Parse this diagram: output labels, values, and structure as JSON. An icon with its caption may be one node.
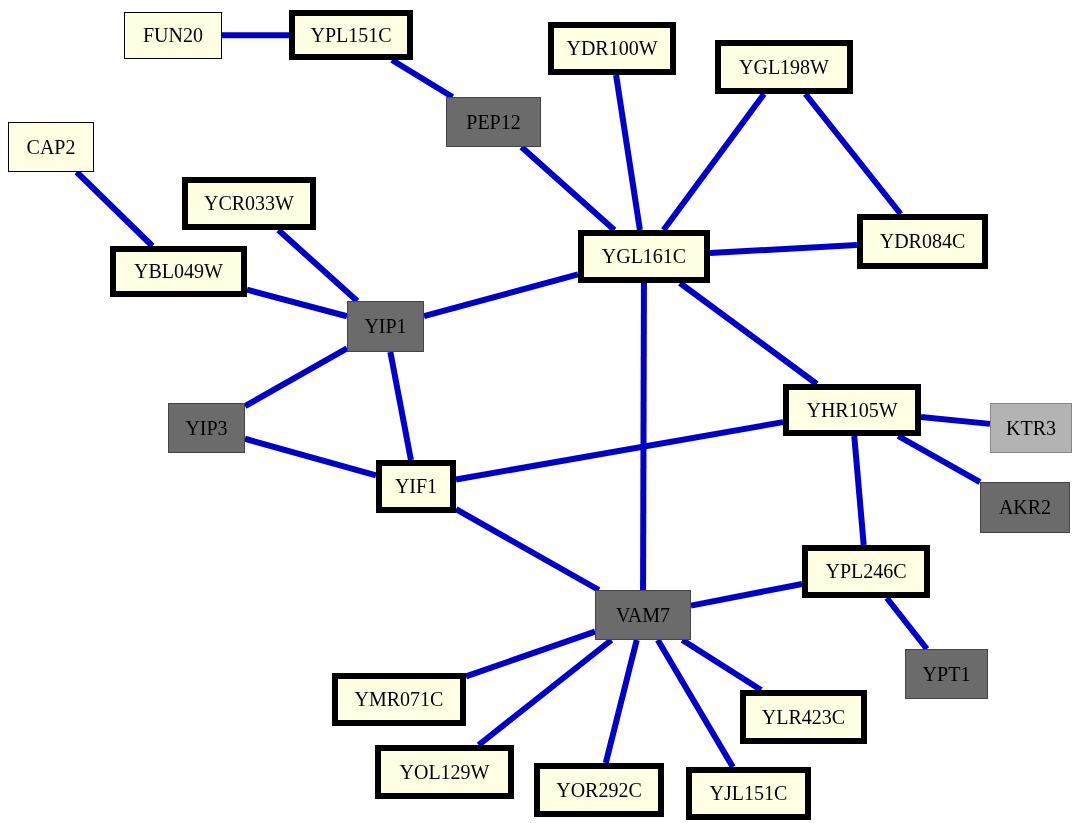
{
  "diagram": {
    "nodes": [
      {
        "text": [
          "FUN20"
        ]
      },
      {
        "text": [
          "YPL151C"
        ]
      },
      {
        "text": [
          "CAP2"
        ]
      },
      {
        "text": [
          "PEP12"
        ]
      },
      {
        "text": [
          "YDR100W"
        ]
      },
      {
        "text": [
          "YGL198W"
        ]
      },
      {
        "text": [
          "YCR033W"
        ]
      },
      {
        "text": [
          "YBL049W"
        ]
      },
      {
        "text": [
          "YGL161C"
        ]
      },
      {
        "text": [
          "YDR084C"
        ]
      },
      {
        "text": [
          "YIP1"
        ]
      },
      {
        "text": [
          "YIP3"
        ]
      },
      {
        "text": [
          "YHR105W"
        ]
      },
      {
        "text": [
          "KTR3"
        ]
      },
      {
        "text": [
          "YIF1"
        ]
      },
      {
        "text": [
          "AKR2"
        ]
      },
      {
        "text": [
          "YPL246C"
        ]
      },
      {
        "text": [
          "VAM7"
        ]
      },
      {
        "text": [
          "YPT1"
        ]
      },
      {
        "text": [
          "YMR071C"
        ]
      },
      {
        "text": [
          "YLR423C"
        ]
      },
      {
        "text": [
          "YOL129W"
        ]
      },
      {
        "text": [
          "YOR292C"
        ]
      },
      {
        "text": [
          "YJL151C"
        ]
      }
    ],
    "edges": [
      {
        "from": 0,
        "to": 1,
        "arrow": "none"
      },
      {
        "from": 1,
        "to": 3,
        "arrow": "none"
      },
      {
        "from": 3,
        "to": 8,
        "arrow": "none"
      },
      {
        "from": 4,
        "to": 8,
        "arrow": "none"
      },
      {
        "from": 5,
        "to": 8,
        "arrow": "none"
      },
      {
        "from": 5,
        "to": 9,
        "arrow": "none"
      },
      {
        "from": 8,
        "to": 9,
        "arrow": "none"
      },
      {
        "from": 2,
        "to": 7,
        "arrow": "none"
      },
      {
        "from": 6,
        "to": 10,
        "arrow": "none"
      },
      {
        "from": 7,
        "to": 10,
        "arrow": "none"
      },
      {
        "from": 10,
        "to": 8,
        "arrow": "none"
      },
      {
        "from": 10,
        "to": 11,
        "arrow": "none"
      },
      {
        "from": 10,
        "to": 14,
        "arrow": "none"
      },
      {
        "from": 11,
        "to": 14,
        "arrow": "none"
      },
      {
        "from": 14,
        "to": 12,
        "arrow": "none"
      },
      {
        "from": 14,
        "to": 17,
        "arrow": "none"
      },
      {
        "from": 8,
        "to": 17,
        "arrow": "none"
      },
      {
        "from": 8,
        "to": 12,
        "arrow": "none"
      },
      {
        "from": 12,
        "to": 13,
        "arrow": "none"
      },
      {
        "from": 12,
        "to": 15,
        "arrow": "none"
      },
      {
        "from": 12,
        "to": 16,
        "arrow": "none"
      },
      {
        "from": 17,
        "to": 16,
        "arrow": "none"
      },
      {
        "from": 16,
        "to": 18,
        "arrow": "none"
      },
      {
        "from": 17,
        "to": 19,
        "arrow": "none"
      },
      {
        "from": 17,
        "to": 21,
        "arrow": "none"
      },
      {
        "from": 17,
        "to": 22,
        "arrow": "none"
      },
      {
        "from": 17,
        "to": 23,
        "arrow": "none"
      },
      {
        "from": 17,
        "to": 20,
        "arrow": "none"
      }
    ]
  }
}
